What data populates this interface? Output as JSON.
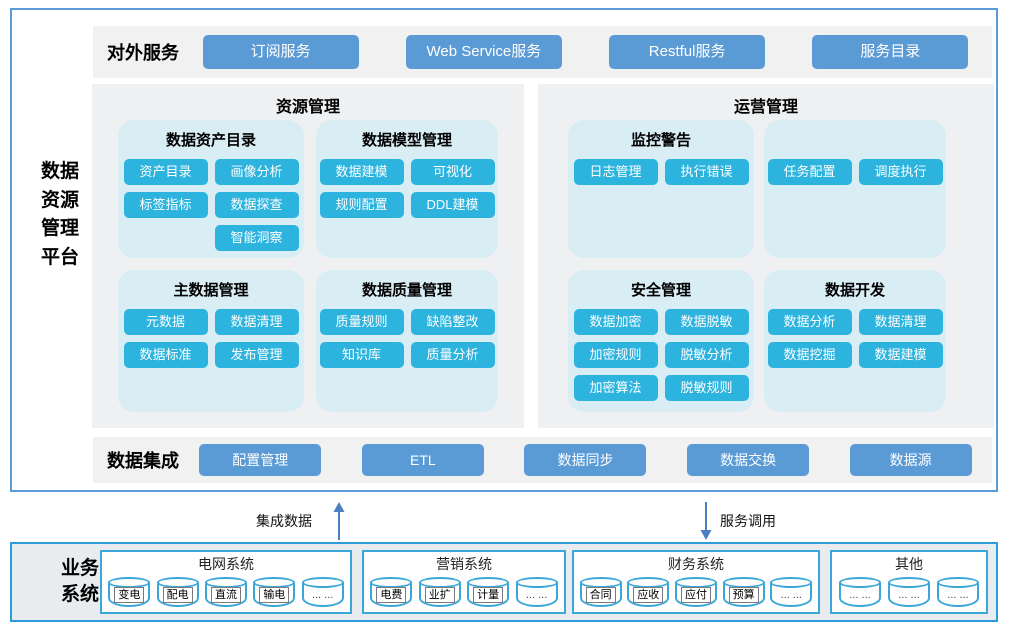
{
  "platform": {
    "label_lines": [
      "数据",
      "资源",
      "管理",
      "平台"
    ],
    "services": {
      "label": "对外服务",
      "buttons": [
        "订阅服务",
        "Web Service服务",
        "Restful服务",
        "服务目录"
      ]
    },
    "resource": {
      "title": "资源管理",
      "groups": [
        {
          "title": "数据资产目录",
          "rows": [
            [
              "资产目录",
              "画像分析"
            ],
            [
              "标签指标",
              "数据探查"
            ],
            [
              "",
              "智能洞察"
            ]
          ]
        },
        {
          "title": "数据模型管理",
          "rows": [
            [
              "数据建模",
              "可视化"
            ],
            [
              "规则配置",
              "DDL建模"
            ]
          ]
        },
        {
          "title": "主数据管理",
          "rows": [
            [
              "元数据",
              "数据清理"
            ],
            [
              "数据标准",
              "发布管理"
            ]
          ]
        },
        {
          "title": "数据质量管理",
          "rows": [
            [
              "质量规则",
              "缺陷整改"
            ],
            [
              "知识库",
              "质量分析"
            ]
          ]
        }
      ]
    },
    "operations": {
      "title": "运营管理",
      "groups": [
        {
          "title": "监控警告",
          "rows": [
            [
              "日志管理",
              "执行错误"
            ]
          ]
        },
        {
          "title": "",
          "rows": [
            [
              "任务配置",
              "调度执行"
            ]
          ]
        },
        {
          "title": "安全管理",
          "rows": [
            [
              "数据加密",
              "数据脱敏"
            ],
            [
              "加密规则",
              "脱敏分析"
            ],
            [
              "加密算法",
              "脱敏规则"
            ]
          ]
        },
        {
          "title": "数据开发",
          "rows": [
            [
              "数据分析",
              "数据清理"
            ],
            [
              "数据挖掘",
              "数据建模"
            ]
          ]
        }
      ]
    },
    "integration": {
      "label": "数据集成",
      "buttons": [
        "配置管理",
        "ETL",
        "数据同步",
        "数据交换",
        "数据源"
      ]
    }
  },
  "flows": {
    "up_label": "集成数据",
    "down_label": "服务调用"
  },
  "business": {
    "label_lines": [
      "业务",
      "系统"
    ],
    "systems": [
      {
        "title": "电网系统",
        "items": [
          "变电",
          "配电",
          "直流",
          "输电",
          "... ..."
        ]
      },
      {
        "title": "营销系统",
        "items": [
          "电费",
          "业扩",
          "计量",
          "... ..."
        ]
      },
      {
        "title": "财务系统",
        "items": [
          "合同",
          "应收",
          "应付",
          "预算",
          "... ..."
        ]
      },
      {
        "title": "其他",
        "items": [
          "... ...",
          "... ...",
          "... ..."
        ]
      }
    ]
  },
  "colors": {
    "steel_blue_button": "#5b9bd5",
    "cyan_button": "#2cb3de",
    "group_background": "#d9edf4",
    "panel_background": "#eef0f2",
    "strip_background": "#f1f1f1",
    "business_background": "#e8ecef",
    "cyan_border": "#3aa7d9",
    "outer_border": "#5b9bd5",
    "arrow": "#4a7fc1"
  }
}
